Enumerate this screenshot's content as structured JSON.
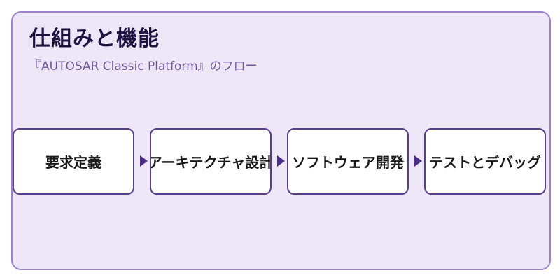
{
  "header": {
    "title": "仕組みと機能",
    "subtitle": "『AUTOSAR Classic Platform』のフロー"
  },
  "flow": {
    "steps": [
      {
        "label": "要求定義"
      },
      {
        "label": "アーキテクチャ設計"
      },
      {
        "label": "ソフトウェア開発"
      },
      {
        "label": "テストとデバッグ"
      }
    ]
  },
  "colors": {
    "background": "#ede6f7",
    "frame_border": "#9b82c9",
    "box_border": "#5a3e8c",
    "arrow": "#4b2e83",
    "title": "#1e1340",
    "subtitle": "#6b5a9a"
  }
}
